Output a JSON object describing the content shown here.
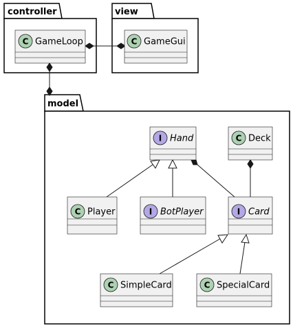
{
  "packages": {
    "controller": {
      "label": "controller"
    },
    "view": {
      "label": "view"
    },
    "model": {
      "label": "model"
    }
  },
  "classes": {
    "gameloop": {
      "name": "GameLoop",
      "stereotype": "C",
      "italic": false
    },
    "gamegui": {
      "name": "GameGui",
      "stereotype": "C",
      "italic": false
    },
    "hand": {
      "name": "Hand",
      "stereotype": "I",
      "italic": true
    },
    "deck": {
      "name": "Deck",
      "stereotype": "C",
      "italic": false
    },
    "player": {
      "name": "Player",
      "stereotype": "C",
      "italic": false
    },
    "botplayer": {
      "name": "BotPlayer",
      "stereotype": "I",
      "italic": true
    },
    "card": {
      "name": "Card",
      "stereotype": "I",
      "italic": true
    },
    "simplecard": {
      "name": "SimpleCard",
      "stereotype": "C",
      "italic": false
    },
    "specialcard": {
      "name": "SpecialCard",
      "stereotype": "C",
      "italic": false
    }
  },
  "relations": [
    {
      "from": "GameLoop",
      "to": "GameGui",
      "kind": "composition-both-ends"
    },
    {
      "from": "GameLoop",
      "to": "model",
      "kind": "composition-both-ends"
    },
    {
      "from": "Player",
      "to": "Hand",
      "kind": "realization"
    },
    {
      "from": "BotPlayer",
      "to": "Hand",
      "kind": "generalization"
    },
    {
      "from": "Hand",
      "to": "Card",
      "kind": "composition"
    },
    {
      "from": "Deck",
      "to": "Card",
      "kind": "composition"
    },
    {
      "from": "SimpleCard",
      "to": "Card",
      "kind": "realization"
    },
    {
      "from": "SpecialCard",
      "to": "Card",
      "kind": "realization"
    }
  ],
  "colors": {
    "class_fill": "#f1f1f1",
    "class_circle": "#add1b2",
    "interface_circle": "#b4a7e5",
    "line": "#181818"
  }
}
